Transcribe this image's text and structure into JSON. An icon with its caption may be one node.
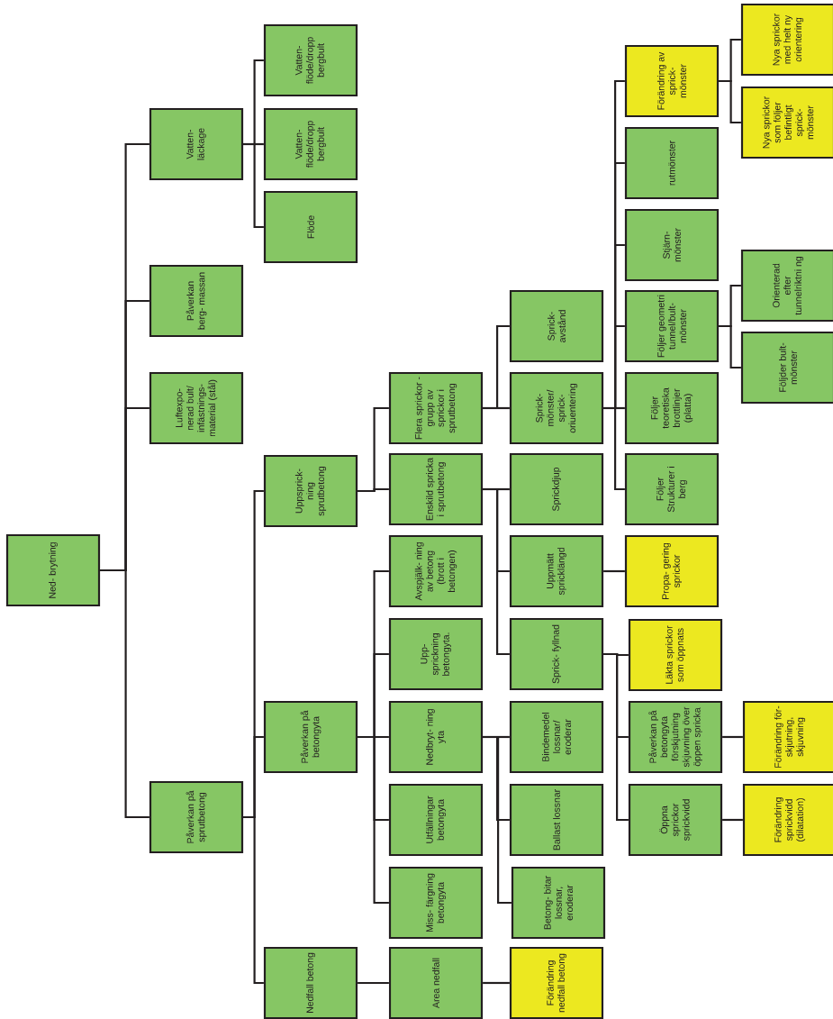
{
  "diagram": {
    "nodes": [
      {
        "text": [
          "Ned- brytning"
        ]
      },
      {
        "text": [
          "Vatten- läckage"
        ]
      },
      {
        "text": [
          "Vatten- flöde/dropp bergbult"
        ]
      },
      {
        "text": [
          "Vatten- flöde/dropp bergbult"
        ]
      },
      {
        "text": [
          "Flöde"
        ]
      },
      {
        "text": [
          "Påverkan berg- massan"
        ]
      },
      {
        "text": [
          "Luftexpo- nerad bult/ infästnings- material (stål)"
        ]
      },
      {
        "text": [
          "Påverkan på sprutbetong"
        ]
      },
      {
        "text": [
          "Uppsprick- ning sprutbetong"
        ]
      },
      {
        "text": [
          "Flera sprickor - grupp av sprickor i sprutbetong"
        ]
      },
      {
        "text": [
          "Sprick- avstånd"
        ]
      },
      {
        "text": [
          "Sprick- mönster/ sprick- oriuentering"
        ]
      },
      {
        "text": [
          "Förändring av sprick- mönster"
        ]
      },
      {
        "text": [
          "Nya sprickor med helt ny orientering"
        ]
      },
      {
        "text": [
          "Nya sprickor som följer befintligt sprick- mönster"
        ]
      },
      {
        "text": [
          "rutmönster"
        ]
      },
      {
        "text": [
          "Stjärn- mönster"
        ]
      },
      {
        "text": [
          "Följer geometri tunnel/bult- mönster"
        ]
      },
      {
        "text": [
          "Orienterad efter tunnelriktni ng"
        ]
      },
      {
        "text": [
          "Följder bult- mönster"
        ]
      },
      {
        "text": [
          "Följer teoretiska brottlinjer (platta)"
        ]
      },
      {
        "text": [
          "Följer Strukturer i berg"
        ]
      },
      {
        "text": [
          "Enskild spricka i sprutbetong"
        ]
      },
      {
        "text": [
          "Sprickdjup"
        ]
      },
      {
        "text": [
          "Uppmätt spricklängd"
        ]
      },
      {
        "text": [
          "Propa- gering sprickor"
        ]
      },
      {
        "text": [
          "Sprick- fyllnad"
        ]
      },
      {
        "text": [
          "Läkta sprickor som öppnats"
        ]
      },
      {
        "text": [
          "Påverkan på betongyta förskjutning skjuvning över öppen spricka"
        ]
      },
      {
        "text": [
          "Förändring för- skjutning, skjuvning"
        ]
      },
      {
        "text": [
          "Öppna sprickor sprickvidd"
        ]
      },
      {
        "text": [
          "Förändring sprickvidd (dilatation)"
        ]
      },
      {
        "text": [
          "Påverkan på betongyta"
        ]
      },
      {
        "text": [
          "Avspjälk- ning av betong (brott i betongen)"
        ]
      },
      {
        "text": [
          "Upp- sprickning betongyta."
        ]
      },
      {
        "text": [
          "Nedbryt- ning yta"
        ]
      },
      {
        "text": [
          "Bindemedel lossnar/ eroderar"
        ]
      },
      {
        "text": [
          "Ballast lossnar"
        ]
      },
      {
        "text": [
          "Betong- bitar lossnar, eroderar"
        ]
      },
      {
        "text": [
          "Utfällningar betongyta"
        ]
      },
      {
        "text": [
          "Miss- färgning betongyta"
        ]
      },
      {
        "text": [
          "Nedfall betong"
        ]
      },
      {
        "text": [
          "Area nedfall"
        ]
      },
      {
        "text": [
          "Förändring nedfall betong"
        ]
      }
    ],
    "edges": [
      {
        "from": 0,
        "to": 1,
        "arrow": "none"
      },
      {
        "from": 0,
        "to": 5,
        "arrow": "none"
      },
      {
        "from": 0,
        "to": 6,
        "arrow": "none"
      },
      {
        "from": 0,
        "to": 7,
        "arrow": "none"
      },
      {
        "from": 1,
        "to": 2,
        "arrow": "none"
      },
      {
        "from": 1,
        "to": 3,
        "arrow": "none"
      },
      {
        "from": 1,
        "to": 4,
        "arrow": "none"
      },
      {
        "from": 7,
        "to": 8,
        "arrow": "none"
      },
      {
        "from": 7,
        "to": 32,
        "arrow": "none"
      },
      {
        "from": 7,
        "to": 41,
        "arrow": "none"
      },
      {
        "from": 8,
        "to": 9,
        "arrow": "none"
      },
      {
        "from": 8,
        "to": 22,
        "arrow": "none"
      },
      {
        "from": 9,
        "to": 10,
        "arrow": "none"
      },
      {
        "from": 9,
        "to": 11,
        "arrow": "none"
      },
      {
        "from": 11,
        "to": 12,
        "arrow": "none"
      },
      {
        "from": 11,
        "to": 15,
        "arrow": "none"
      },
      {
        "from": 11,
        "to": 16,
        "arrow": "none"
      },
      {
        "from": 11,
        "to": 17,
        "arrow": "none"
      },
      {
        "from": 11,
        "to": 20,
        "arrow": "none"
      },
      {
        "from": 11,
        "to": 21,
        "arrow": "none"
      },
      {
        "from": 12,
        "to": 13,
        "arrow": "none"
      },
      {
        "from": 12,
        "to": 14,
        "arrow": "none"
      },
      {
        "from": 17,
        "to": 18,
        "arrow": "none"
      },
      {
        "from": 17,
        "to": 19,
        "arrow": "none"
      },
      {
        "from": 22,
        "to": 23,
        "arrow": "none"
      },
      {
        "from": 22,
        "to": 24,
        "arrow": "none"
      },
      {
        "from": 22,
        "to": 26,
        "arrow": "none"
      },
      {
        "from": 24,
        "to": 25,
        "arrow": "none"
      },
      {
        "from": 26,
        "to": 27,
        "arrow": "none"
      },
      {
        "from": 26,
        "to": 28,
        "arrow": "none"
      },
      {
        "from": 26,
        "to": 30,
        "arrow": "none"
      },
      {
        "from": 28,
        "to": 29,
        "arrow": "none"
      },
      {
        "from": 30,
        "to": 31,
        "arrow": "none"
      },
      {
        "from": 32,
        "to": 33,
        "arrow": "none"
      },
      {
        "from": 32,
        "to": 34,
        "arrow": "none"
      },
      {
        "from": 32,
        "to": 35,
        "arrow": "none"
      },
      {
        "from": 32,
        "to": 39,
        "arrow": "none"
      },
      {
        "from": 32,
        "to": 40,
        "arrow": "none"
      },
      {
        "from": 35,
        "to": 36,
        "arrow": "none"
      },
      {
        "from": 35,
        "to": 37,
        "arrow": "none"
      },
      {
        "from": 35,
        "to": 38,
        "arrow": "none"
      },
      {
        "from": 41,
        "to": 42,
        "arrow": "none"
      },
      {
        "from": 42,
        "to": 43,
        "arrow": "none"
      }
    ]
  }
}
